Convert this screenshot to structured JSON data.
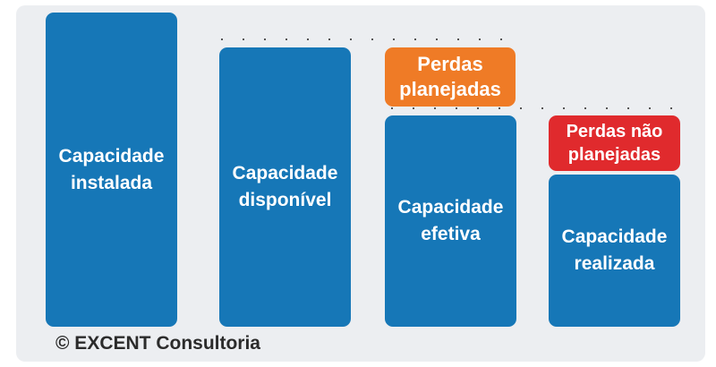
{
  "blocks": {
    "installed": "Capacidade instalada",
    "available": "Capacidade disponível",
    "effective": "Capacidade efetiva",
    "realized": "Capacidade realizada",
    "planned_losses": "Perdas planejadas",
    "unplanned_losses": "Perdas não planejadas"
  },
  "footer": {
    "copyright": "© EXCENT Consultoria"
  },
  "colors": {
    "capacity": "#1677b7",
    "planned_losses": "#ef7b26",
    "unplanned_losses": "#e02a2d",
    "background": "#eceef1"
  }
}
